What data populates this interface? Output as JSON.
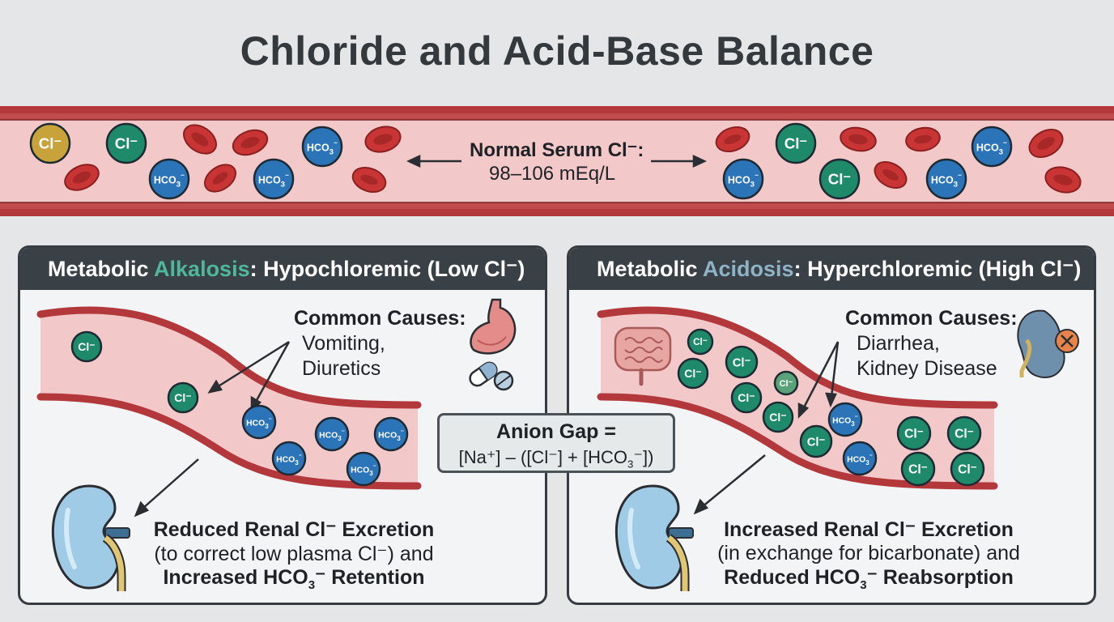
{
  "title": "Chloride and Acid-Base Balance",
  "vessel": {
    "label_line1": "Normal Serum Cl⁻:",
    "label_line2": "98–106 mEq/L"
  },
  "ions": {
    "cl": "Cl⁻",
    "hco3_main": "HCO",
    "hco3_sub": "3",
    "hco3_sup": "⁻"
  },
  "left_panel": {
    "title_pre": "Metabolic ",
    "title_accent": "Alkalosis",
    "title_post": ": Hypochloremic (Low Cl⁻)",
    "accent_color": "#4fb89a",
    "causes_heading": "Common Causes:",
    "cause_1": "Vomiting,",
    "cause_2": "Diuretics",
    "renal_line1": "Reduced Renal Cl⁻ Excretion",
    "renal_line2": "(to correct low plasma Cl⁻) and",
    "renal_line3_pre": "Increased HCO",
    "renal_line3_sub": "3",
    "renal_line3_post": "⁻ Retention",
    "icons": [
      "stomach-icon",
      "pills-icon",
      "kidney-icon"
    ]
  },
  "right_panel": {
    "title_pre": "Metabolic ",
    "title_accent": "Acidosis",
    "title_post": ": Hyperchloremic (High Cl⁻)",
    "accent_color": "#8fb3c6",
    "causes_heading": "Common Causes:",
    "cause_1": "Diarrhea,",
    "cause_2": "Kidney Disease",
    "renal_line1": "Increased Renal Cl⁻ Excretion",
    "renal_line2": "(in exchange for bicarbonate) and",
    "renal_line3_pre": "Reduced HCO",
    "renal_line3_sub": "3",
    "renal_line3_post": "⁻ Reabsorption",
    "icons": [
      "intestine-icon",
      "kidney-disease-icon",
      "kidney-icon"
    ]
  },
  "anion_gap": {
    "line1": "Anion Gap =",
    "line2_pre": "[Na⁺] – ([Cl⁻] + [HCO",
    "line2_sub": "3",
    "line2_post": "⁻])"
  },
  "colors": {
    "background": "#e4e6e7",
    "vessel_wall": "#b3383b",
    "plasma": "#f2c8c8",
    "rbc": "#c93535",
    "cl_green": "#1f8a6a",
    "cl_gold": "#c8a23a",
    "hco3_blue": "#2b74b8",
    "kidney_blue": "#9fcbe6",
    "header_dark": "#394046"
  }
}
